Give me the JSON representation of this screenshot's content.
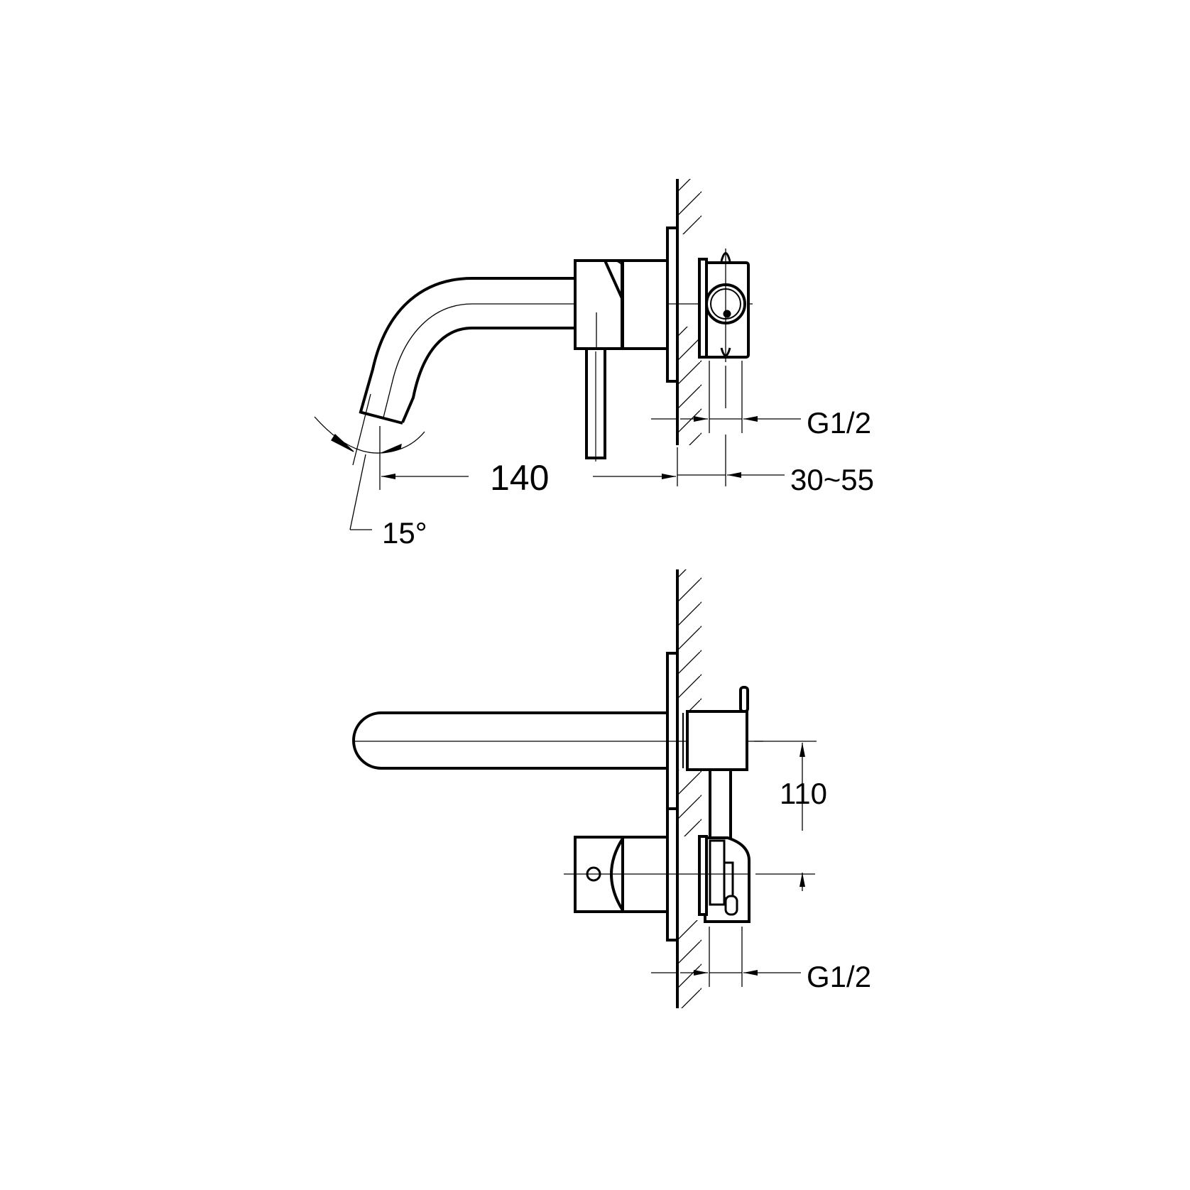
{
  "drawing": {
    "title": "Wall-mounted basin mixer dimension drawing",
    "colors": {
      "line": "#000000",
      "background": "#ffffff"
    }
  },
  "side_view": {
    "spout_projection_label": "140",
    "spout_angle_label": "15°",
    "inlet_thread_label": "G1/2",
    "wall_depth_label": "30~55"
  },
  "front_view": {
    "vertical_distance_label": "110",
    "inlet_thread_label": "G1/2"
  }
}
